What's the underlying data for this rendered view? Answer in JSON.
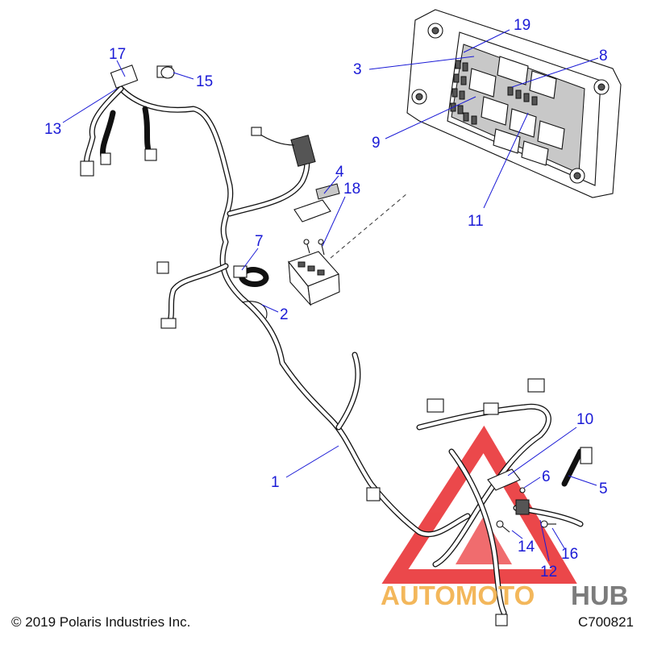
{
  "copyright": "© 2019 Polaris Industries Inc.",
  "diagram_code": "C700821",
  "watermark": {
    "part1": "AUTOMOTO",
    "part2": "HUB",
    "color_part1": "#f2b04a",
    "color_part2": "#6e6e6e",
    "triangle_color": "#e8282b"
  },
  "callout_color": "#1a1ad6",
  "callouts": [
    "1",
    "2",
    "3",
    "4",
    "5",
    "6",
    "7",
    "8",
    "9",
    "10",
    "11",
    "12",
    "13",
    "14",
    "15",
    "16",
    "17",
    "18",
    "19"
  ]
}
